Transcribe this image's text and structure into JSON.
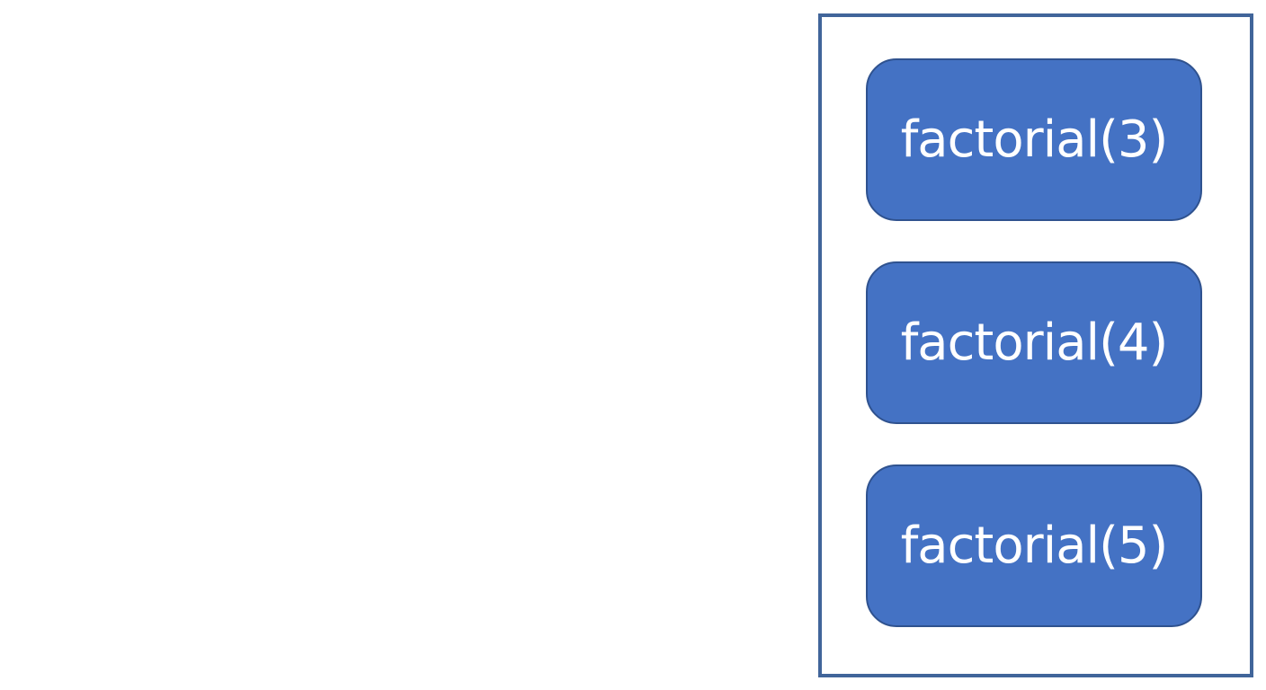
{
  "diagram": {
    "colors": {
      "stack_border": "#41659a",
      "frame_fill": "#4472c4",
      "frame_border": "#2f528f",
      "frame_text": "#ffffff"
    },
    "frames": [
      {
        "label": "factorial(3)"
      },
      {
        "label": "factorial(4)"
      },
      {
        "label": "factorial(5)"
      }
    ]
  }
}
